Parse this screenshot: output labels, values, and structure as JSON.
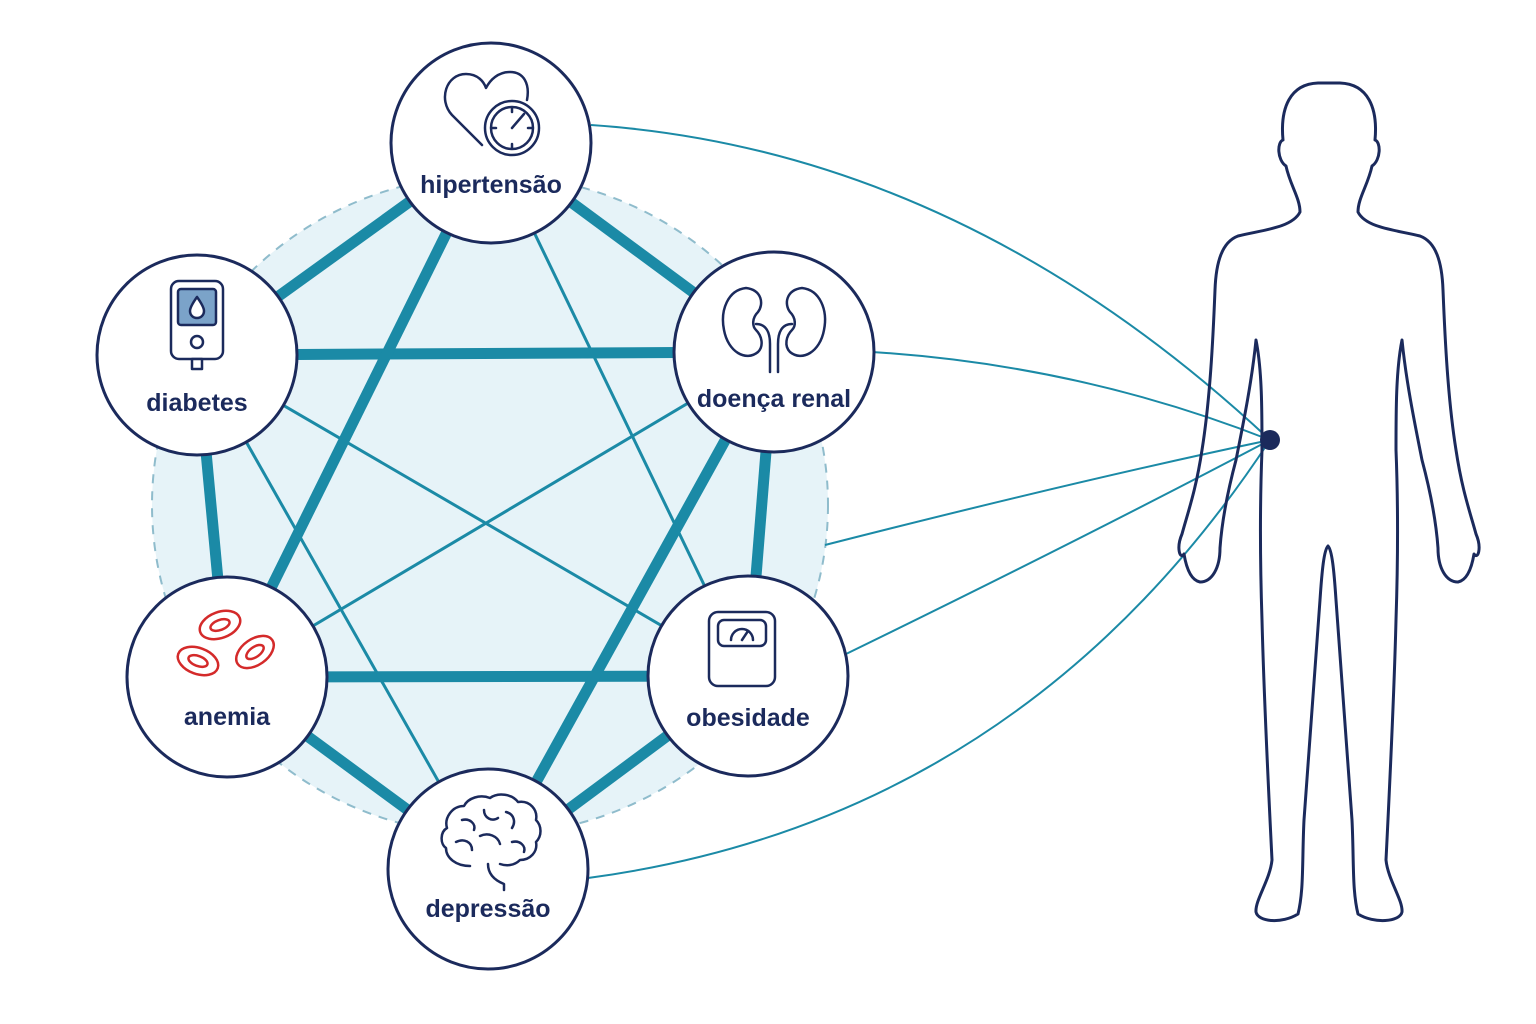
{
  "colors": {
    "navy": "#1b2a5c",
    "teal": "#1b8aa6",
    "halo_fill": "#e6f3f8",
    "halo_stroke": "#8fbccc",
    "icon_light_blue": "#7ba3c9",
    "blood_red": "#d42a2a",
    "background": "#ffffff"
  },
  "nodes": [
    {
      "id": "hipertensao",
      "label": "hipertensão",
      "icon": "heart-gauge-icon"
    },
    {
      "id": "diabetes",
      "label": "diabetes",
      "icon": "glucose-meter-icon"
    },
    {
      "id": "doenca-renal",
      "label": "doença renal",
      "icon": "kidneys-icon"
    },
    {
      "id": "anemia",
      "label": "anemia",
      "icon": "red-blood-cells-icon"
    },
    {
      "id": "obesidade",
      "label": "obesidade",
      "icon": "scale-icon"
    },
    {
      "id": "depressao",
      "label": "depressão",
      "icon": "brain-icon"
    }
  ],
  "edges": [
    {
      "from": "hipertensao",
      "to": "diabetes",
      "weight": "strong"
    },
    {
      "from": "hipertensao",
      "to": "doenca-renal",
      "weight": "strong"
    },
    {
      "from": "diabetes",
      "to": "doenca-renal",
      "weight": "strong"
    },
    {
      "from": "diabetes",
      "to": "anemia",
      "weight": "strong"
    },
    {
      "from": "doenca-renal",
      "to": "obesidade",
      "weight": "strong"
    },
    {
      "from": "anemia",
      "to": "obesidade",
      "weight": "strong"
    },
    {
      "from": "anemia",
      "to": "depressao",
      "weight": "strong"
    },
    {
      "from": "obesidade",
      "to": "depressao",
      "weight": "strong"
    },
    {
      "from": "hipertensao",
      "to": "anemia",
      "weight": "strong"
    },
    {
      "from": "doenca-renal",
      "to": "depressao",
      "weight": "strong"
    },
    {
      "from": "hipertensao",
      "to": "obesidade",
      "weight": "weak"
    },
    {
      "from": "diabetes",
      "to": "obesidade",
      "weight": "weak"
    },
    {
      "from": "diabetes",
      "to": "depressao",
      "weight": "weak"
    },
    {
      "from": "doenca-renal",
      "to": "anemia",
      "weight": "weak"
    }
  ],
  "person": {
    "icon": "human-body-icon"
  }
}
